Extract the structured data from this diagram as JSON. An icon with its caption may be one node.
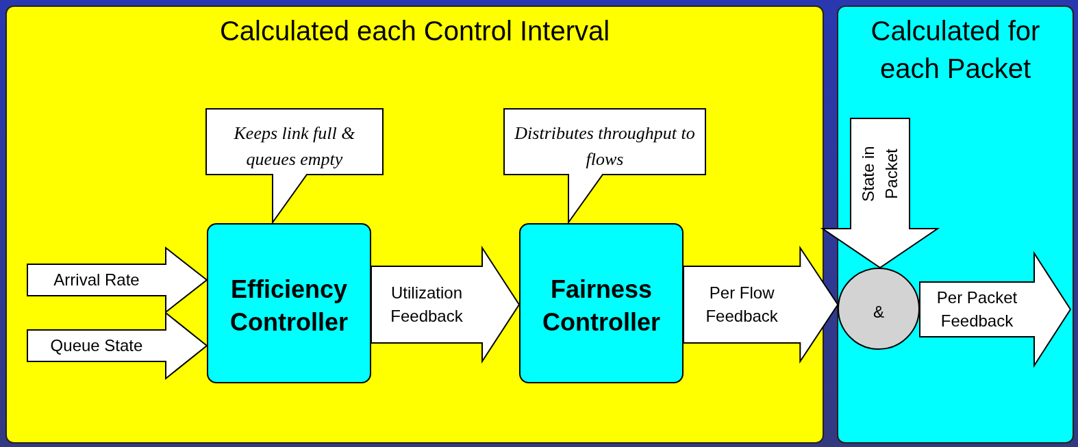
{
  "diagram": {
    "nodes": [
      {
        "text": [
          "Calculated each Control Interval"
        ]
      },
      {
        "text": [
          "Calculated for each Packet"
        ]
      },
      {
        "text": [
          "Efficiency Controller"
        ],
        "in": 0
      },
      {
        "text": [
          "Fairness Controller"
        ],
        "in": 0
      },
      {
        "text": [
          "Keeps link full & queues empty"
        ],
        "in": 0
      },
      {
        "text": [
          "Distributes throughput to flows"
        ],
        "in": 0
      },
      {
        "text": [
          "&"
        ],
        "in": 1
      }
    ],
    "edges": [
      {
        "from": null,
        "to": 2,
        "arrow": "to",
        "label": "Arrival Rate"
      },
      {
        "from": null,
        "to": 2,
        "arrow": "to",
        "label": "Queue State"
      },
      {
        "from": 2,
        "to": 3,
        "arrow": "to",
        "label": "Utilization Feedback"
      },
      {
        "from": 3,
        "to": 6,
        "arrow": "to",
        "label": "Per Flow Feedback"
      },
      {
        "from": null,
        "to": 6,
        "arrow": "to",
        "label": "State in Packet"
      },
      {
        "from": 6,
        "to": null,
        "arrow": "to",
        "label": "Per Packet Feedback"
      }
    ]
  }
}
